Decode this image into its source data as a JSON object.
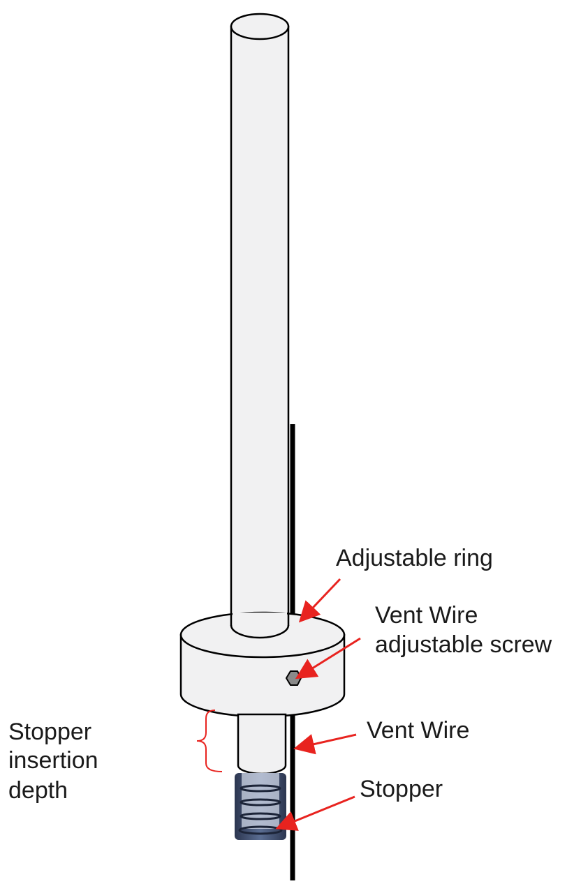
{
  "labels": {
    "adjustable_ring": "Adjustable ring",
    "vent_wire_screw_line1": "Vent Wire",
    "vent_wire_screw_line2": "adjustable screw",
    "vent_wire": "Vent Wire",
    "stopper": "Stopper",
    "insertion_depth_line1": "Stopper",
    "insertion_depth_line2": "insertion",
    "insertion_depth_line3": "depth"
  },
  "colors": {
    "arrow": "#e8231f",
    "bracket": "#e8231f",
    "tube_fill": "#f1f1f2",
    "ring_fill": "#f1f1f2",
    "wire": "#000000",
    "screw": "#8a8a8a",
    "stopper": "#3a4a66"
  }
}
